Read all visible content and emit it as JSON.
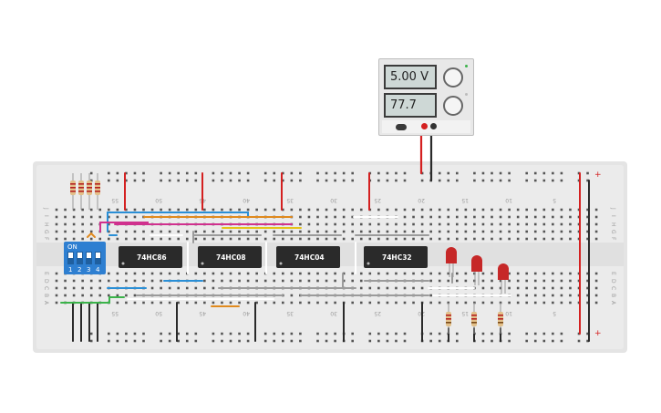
{
  "power_supply": {
    "voltage_readout": "5.00 V",
    "current_readout": "77.7 µA",
    "positive_terminal_color": "#d42020",
    "negative_terminal_color": "#333333"
  },
  "chips": [
    {
      "part": "74HC86"
    },
    {
      "part": "74HC08"
    },
    {
      "part": "74HC04"
    },
    {
      "part": "74HC32"
    }
  ],
  "dip_switch": {
    "label": "ON",
    "positions": [
      "1",
      "2",
      "3",
      "4"
    ],
    "color": "#2e7fd1"
  },
  "breadboard": {
    "row_letters_top": [
      "J",
      "I",
      "H",
      "G",
      "F"
    ],
    "row_letters_bottom": [
      "E",
      "D",
      "C",
      "B",
      "A"
    ],
    "column_numbers": [
      "55",
      "50",
      "45",
      "40",
      "35",
      "30",
      "25",
      "20",
      "15",
      "10",
      "5"
    ]
  },
  "components": {
    "led_color": "#c62828",
    "led_count": 3,
    "input_resistor_count": 4,
    "led_resistor_count": 3
  },
  "wire_colors": {
    "red": "#d42020",
    "black": "#2a2a2a",
    "blue": "#2a8fd6",
    "orange": "#e08a1e",
    "magenta": "#d0318e",
    "yellow": "#e5c21a",
    "green": "#3bb34a",
    "white": "#ffffff",
    "gray": "#9b9b9b"
  }
}
